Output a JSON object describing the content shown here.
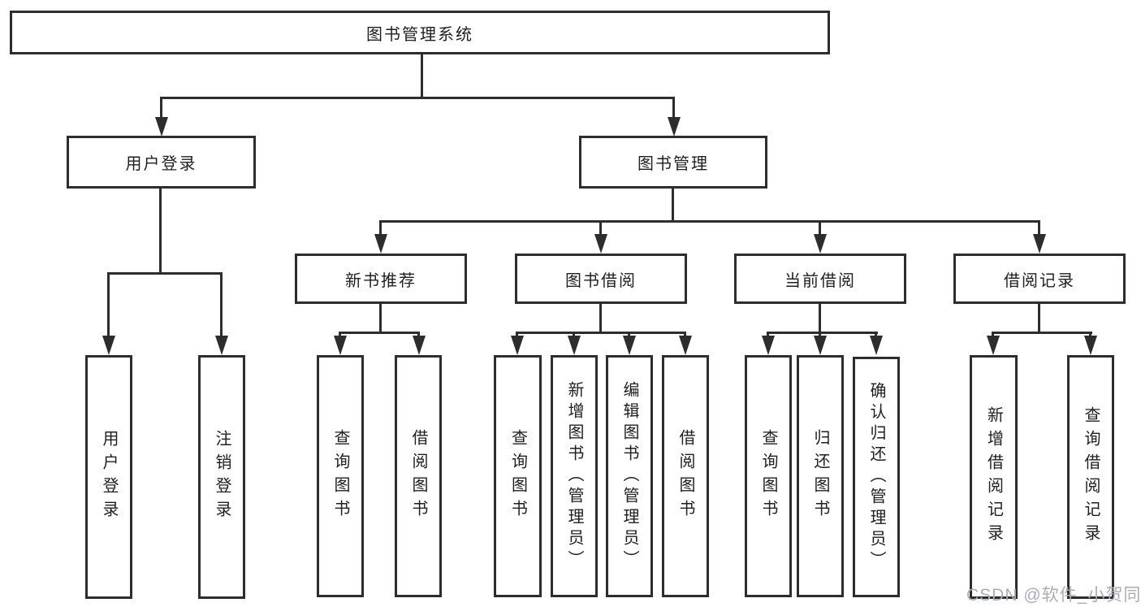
{
  "nodes": {
    "root": "图书管理系统",
    "l2": [
      "用户登录",
      "图书管理"
    ],
    "l3": [
      "新书推荐",
      "图书借阅",
      "当前借阅",
      "借阅记录"
    ],
    "leaves_user_login": [
      "用户登录",
      "注销登录"
    ],
    "leaves_new_book": [
      "查询图书",
      "借阅图书"
    ],
    "leaves_book_borrow": [
      "查询图书",
      "新增图书（管理员）",
      "编辑图书（管理员）",
      "借阅图书"
    ],
    "leaves_current_borrow": [
      "查询图书",
      "归还图书",
      "确认归还（管理员）"
    ],
    "leaves_borrow_record": [
      "新增借阅记录",
      "查询借阅记录"
    ]
  },
  "watermark": "CSDN @软件_小贺同学",
  "colors": {
    "line": "#2d2d2d",
    "text": "#1f1f1f",
    "watermark": "#a8adb8",
    "background": "#ffffff"
  }
}
